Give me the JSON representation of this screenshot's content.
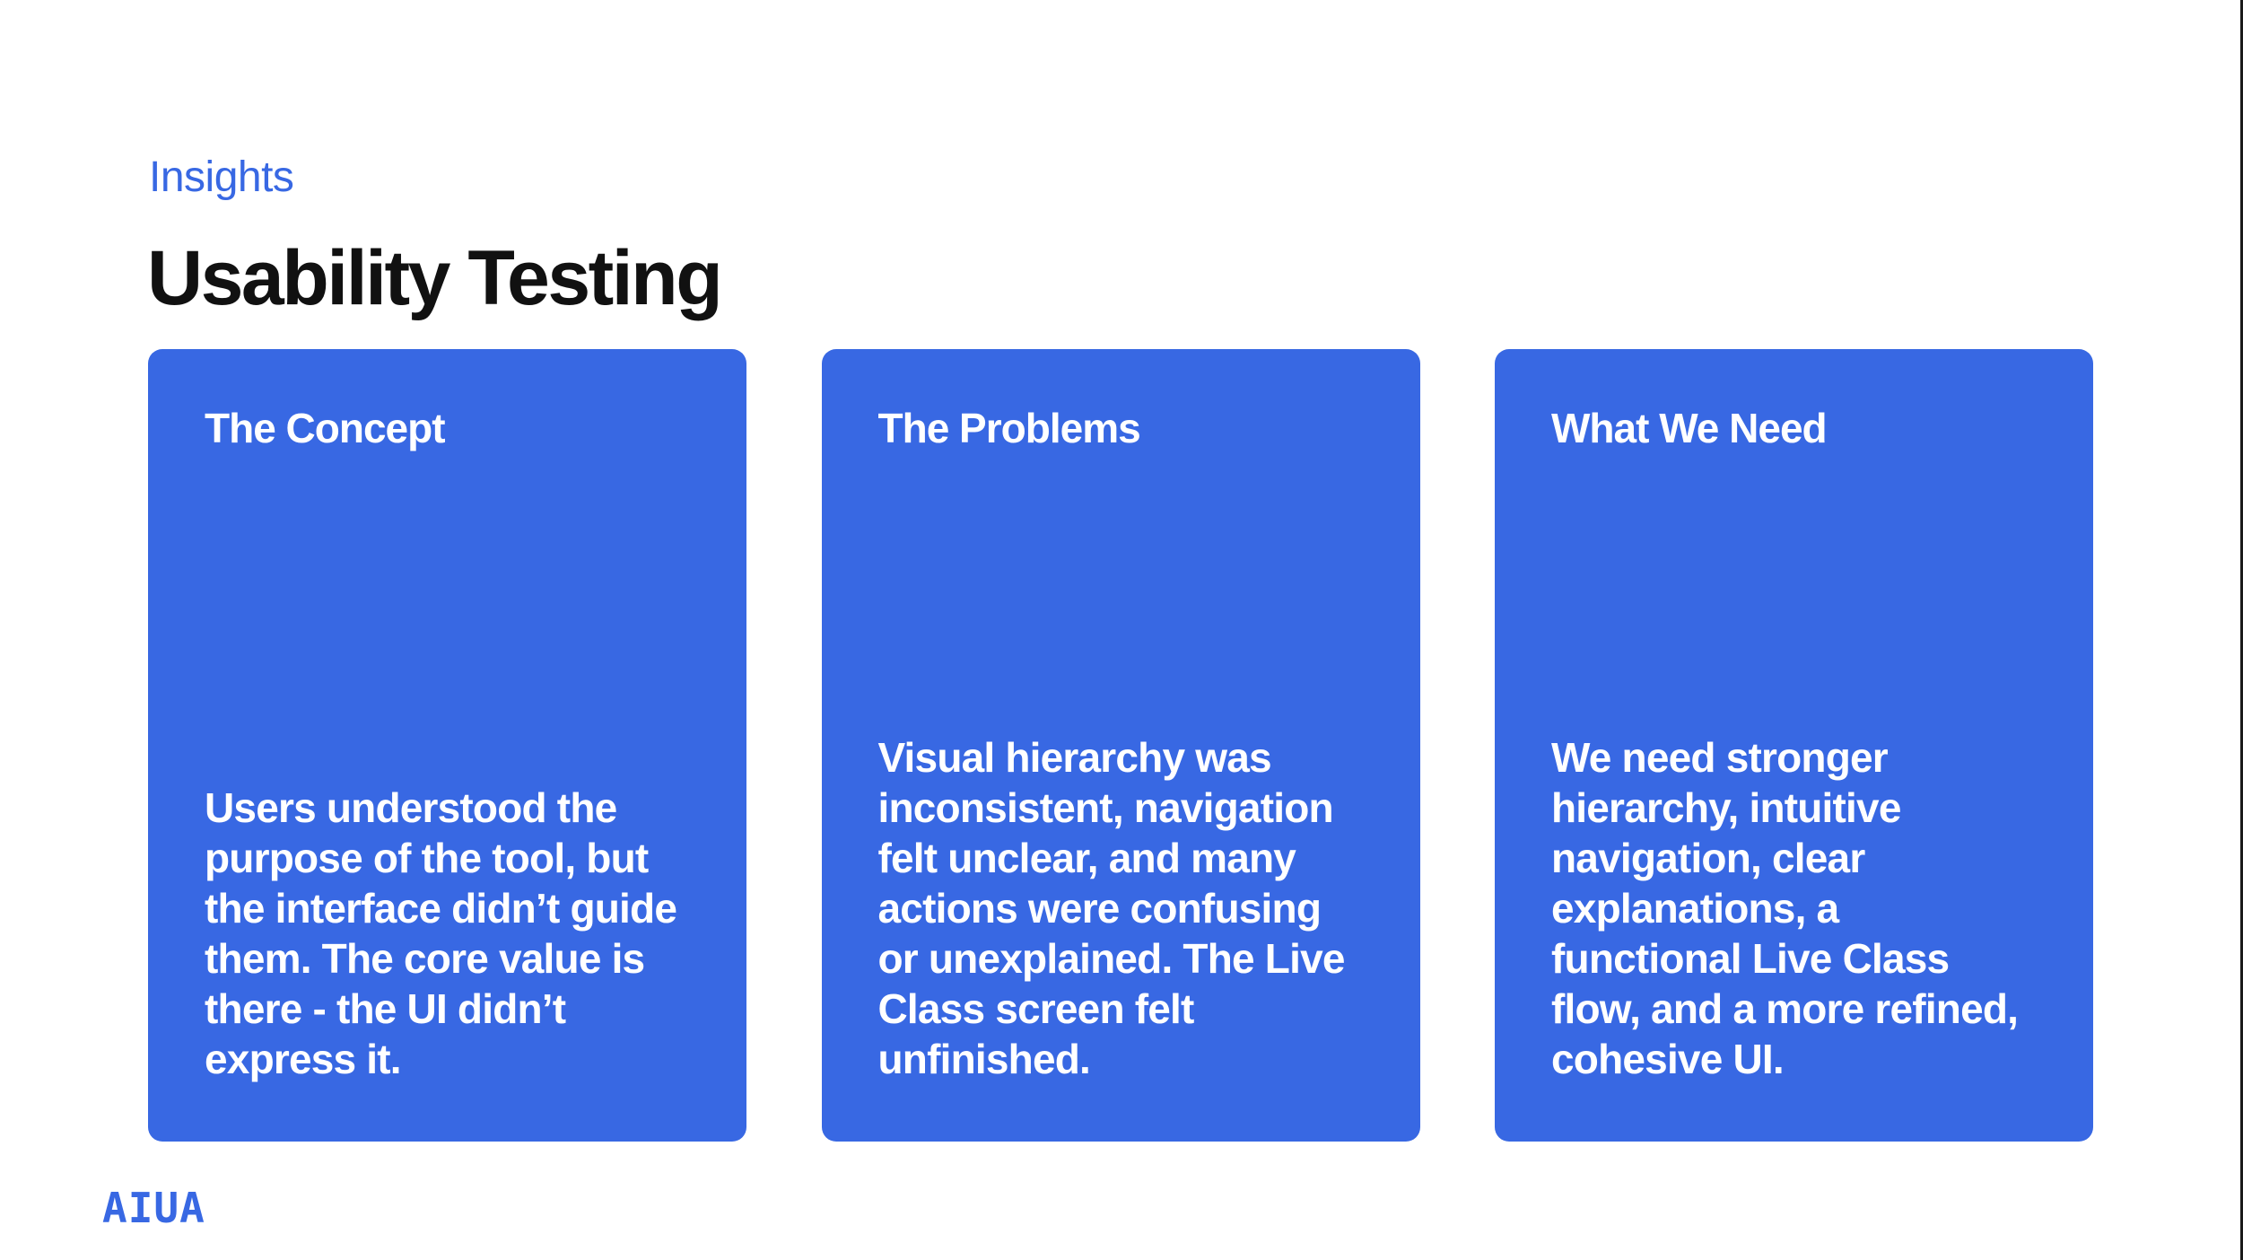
{
  "slide": {
    "eyebrow": "Insights",
    "title": "Usability Testing",
    "logo_text": "AIUA"
  },
  "cards": [
    {
      "heading": "The Concept",
      "body": "Users understood the purpose of the tool, but the interface didn’t guide them. The core value is there - the UI didn’t express it."
    },
    {
      "heading": "The Problems",
      "body": "Visual hierarchy was inconsistent, navigation felt unclear, and many actions were confusing or unexplained. The Live Class screen felt unfinished."
    },
    {
      "heading": "What We Need",
      "body": "We need stronger hierarchy, intuitive navigation, clear explanations, a functional Live Class flow, and a more refined, cohesive UI."
    }
  ],
  "colors": {
    "accent": "#3868E3",
    "title": "#111111",
    "background": "#FFFFFF",
    "card_text": "#FFFFFF"
  }
}
